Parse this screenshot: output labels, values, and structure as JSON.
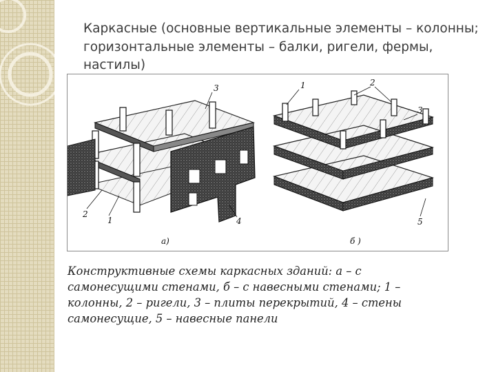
{
  "title": "Каркасные (основные вертикальные элементы – колонны; горизонтальные элементы – балки, ригели, фермы, настилы)",
  "figure": {
    "left_sublabel": "а)",
    "right_sublabel": "б )",
    "callouts_left": [
      "3",
      "2",
      "1",
      "4"
    ],
    "callouts_right": [
      "1",
      "2",
      "3",
      "5"
    ]
  },
  "caption": "Конструктивные схемы каркасных зданий: а – с самонесущими стенами, б – с навесными стенами; 1 – колонны, 2 – ригели, 3 – плиты перекрытий, 4 – стены самонесущие, 5 – навесные панели"
}
